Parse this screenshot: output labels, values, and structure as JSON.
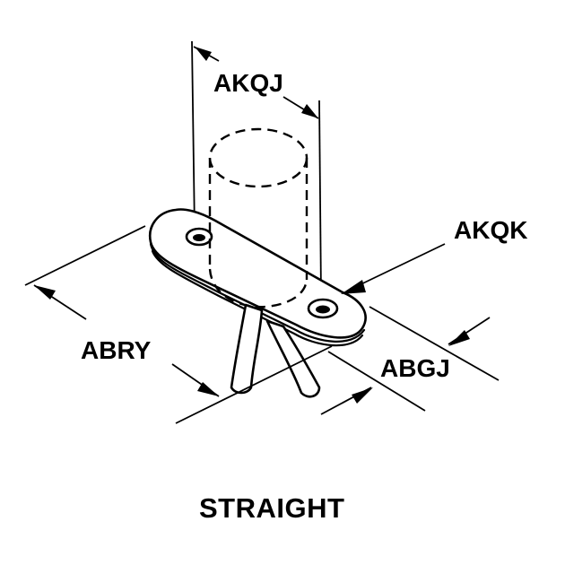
{
  "labels": {
    "dim_top": "AKQJ",
    "dim_right": "AKQK",
    "dim_left": "ABRY",
    "dim_bottom_right": "ABGJ",
    "caption": "STRAIGHT"
  },
  "colors": {
    "line": "#000000",
    "background": "#ffffff"
  }
}
